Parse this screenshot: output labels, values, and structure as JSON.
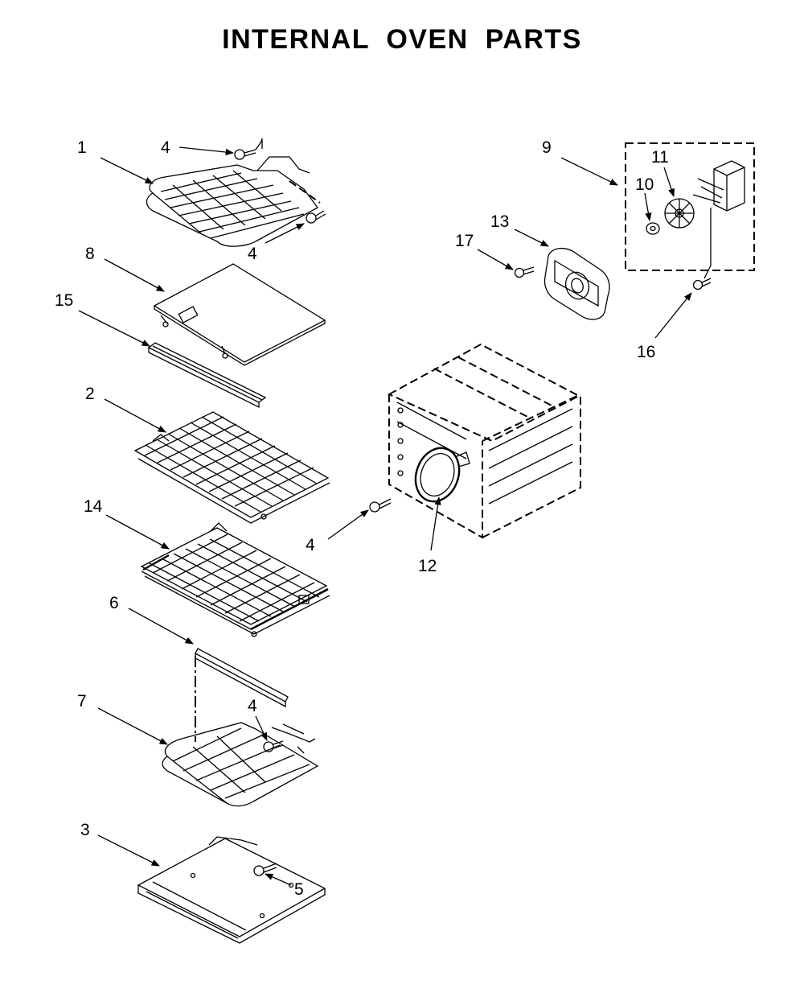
{
  "title": "INTERNAL OVEN PARTS",
  "callouts": [
    {
      "id": "c1",
      "label": "1"
    },
    {
      "id": "c4a",
      "label": "4"
    },
    {
      "id": "c4b",
      "label": "4"
    },
    {
      "id": "c8",
      "label": "8"
    },
    {
      "id": "c15",
      "label": "15"
    },
    {
      "id": "c2",
      "label": "2"
    },
    {
      "id": "c14",
      "label": "14"
    },
    {
      "id": "c6",
      "label": "6"
    },
    {
      "id": "c7",
      "label": "7"
    },
    {
      "id": "c4c",
      "label": "4"
    },
    {
      "id": "c3",
      "label": "3"
    },
    {
      "id": "c5",
      "label": "5"
    },
    {
      "id": "c9",
      "label": "9"
    },
    {
      "id": "c11",
      "label": "11"
    },
    {
      "id": "c10",
      "label": "10"
    },
    {
      "id": "c13",
      "label": "13"
    },
    {
      "id": "c17",
      "label": "17"
    },
    {
      "id": "c16",
      "label": "16"
    },
    {
      "id": "c4d",
      "label": "4"
    },
    {
      "id": "c12",
      "label": "12"
    }
  ]
}
